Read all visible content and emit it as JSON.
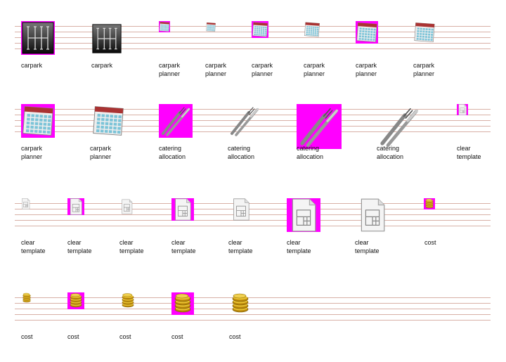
{
  "colors": {
    "key_background": "#ff00ff",
    "guide_line": "#d8b0a6"
  },
  "items": [
    {
      "icon": "carpark-icon",
      "magenta": true,
      "label": [
        "carpark"
      ]
    },
    {
      "icon": "carpark-icon",
      "magenta": false,
      "label": [
        "carpark"
      ]
    },
    {
      "icon": "planner-icon",
      "magenta": true,
      "label": [
        "carpark",
        "planner"
      ]
    },
    {
      "icon": "planner-icon",
      "magenta": false,
      "label": [
        "carpark",
        "planner"
      ]
    },
    {
      "icon": "planner-icon",
      "magenta": true,
      "label": [
        "carpark",
        "planner"
      ]
    },
    {
      "icon": "planner-icon",
      "magenta": false,
      "label": [
        "carpark",
        "planner"
      ]
    },
    {
      "icon": "planner-icon",
      "magenta": true,
      "label": [
        "carpark",
        "planner"
      ]
    },
    {
      "icon": "planner-icon",
      "magenta": false,
      "label": [
        "carpark",
        "planner"
      ]
    },
    {
      "icon": "planner-icon",
      "magenta": true,
      "label": [
        "carpark",
        "planner"
      ]
    },
    {
      "icon": "planner-icon",
      "magenta": false,
      "label": [
        "carpark",
        "planner"
      ]
    },
    {
      "icon": "cutlery-icon",
      "magenta": true,
      "label": [
        "catering",
        "allocation"
      ]
    },
    {
      "icon": "cutlery-icon",
      "magenta": false,
      "label": [
        "catering",
        "allocation"
      ]
    },
    {
      "icon": "cutlery-icon",
      "magenta": true,
      "label": [
        "catering",
        "allocation"
      ]
    },
    {
      "icon": "cutlery-icon",
      "magenta": false,
      "label": [
        "catering",
        "allocation"
      ]
    },
    {
      "icon": "template-icon",
      "magenta": true,
      "label": [
        "clear",
        "template"
      ]
    },
    {
      "icon": "template-icon",
      "magenta": false,
      "label": [
        "clear",
        "template"
      ]
    },
    {
      "icon": "template-icon",
      "magenta": true,
      "label": [
        "clear",
        "template"
      ]
    },
    {
      "icon": "template-icon",
      "magenta": false,
      "label": [
        "clear",
        "template"
      ]
    },
    {
      "icon": "template-icon",
      "magenta": true,
      "label": [
        "clear",
        "template"
      ]
    },
    {
      "icon": "template-icon",
      "magenta": false,
      "label": [
        "clear",
        "template"
      ]
    },
    {
      "icon": "template-icon",
      "magenta": true,
      "label": [
        "clear",
        "template"
      ]
    },
    {
      "icon": "template-icon",
      "magenta": false,
      "label": [
        "clear",
        "template"
      ]
    },
    {
      "icon": "coins-icon",
      "magenta": true,
      "label": [
        "cost"
      ]
    },
    {
      "icon": "coins-icon",
      "magenta": false,
      "label": [
        "cost"
      ]
    },
    {
      "icon": "coins-icon",
      "magenta": true,
      "label": [
        "cost"
      ]
    },
    {
      "icon": "coins-icon",
      "magenta": false,
      "label": [
        "cost"
      ]
    },
    {
      "icon": "coins-icon",
      "magenta": true,
      "label": [
        "cost"
      ]
    },
    {
      "icon": "coins-icon",
      "magenta": false,
      "label": [
        "cost"
      ]
    }
  ]
}
